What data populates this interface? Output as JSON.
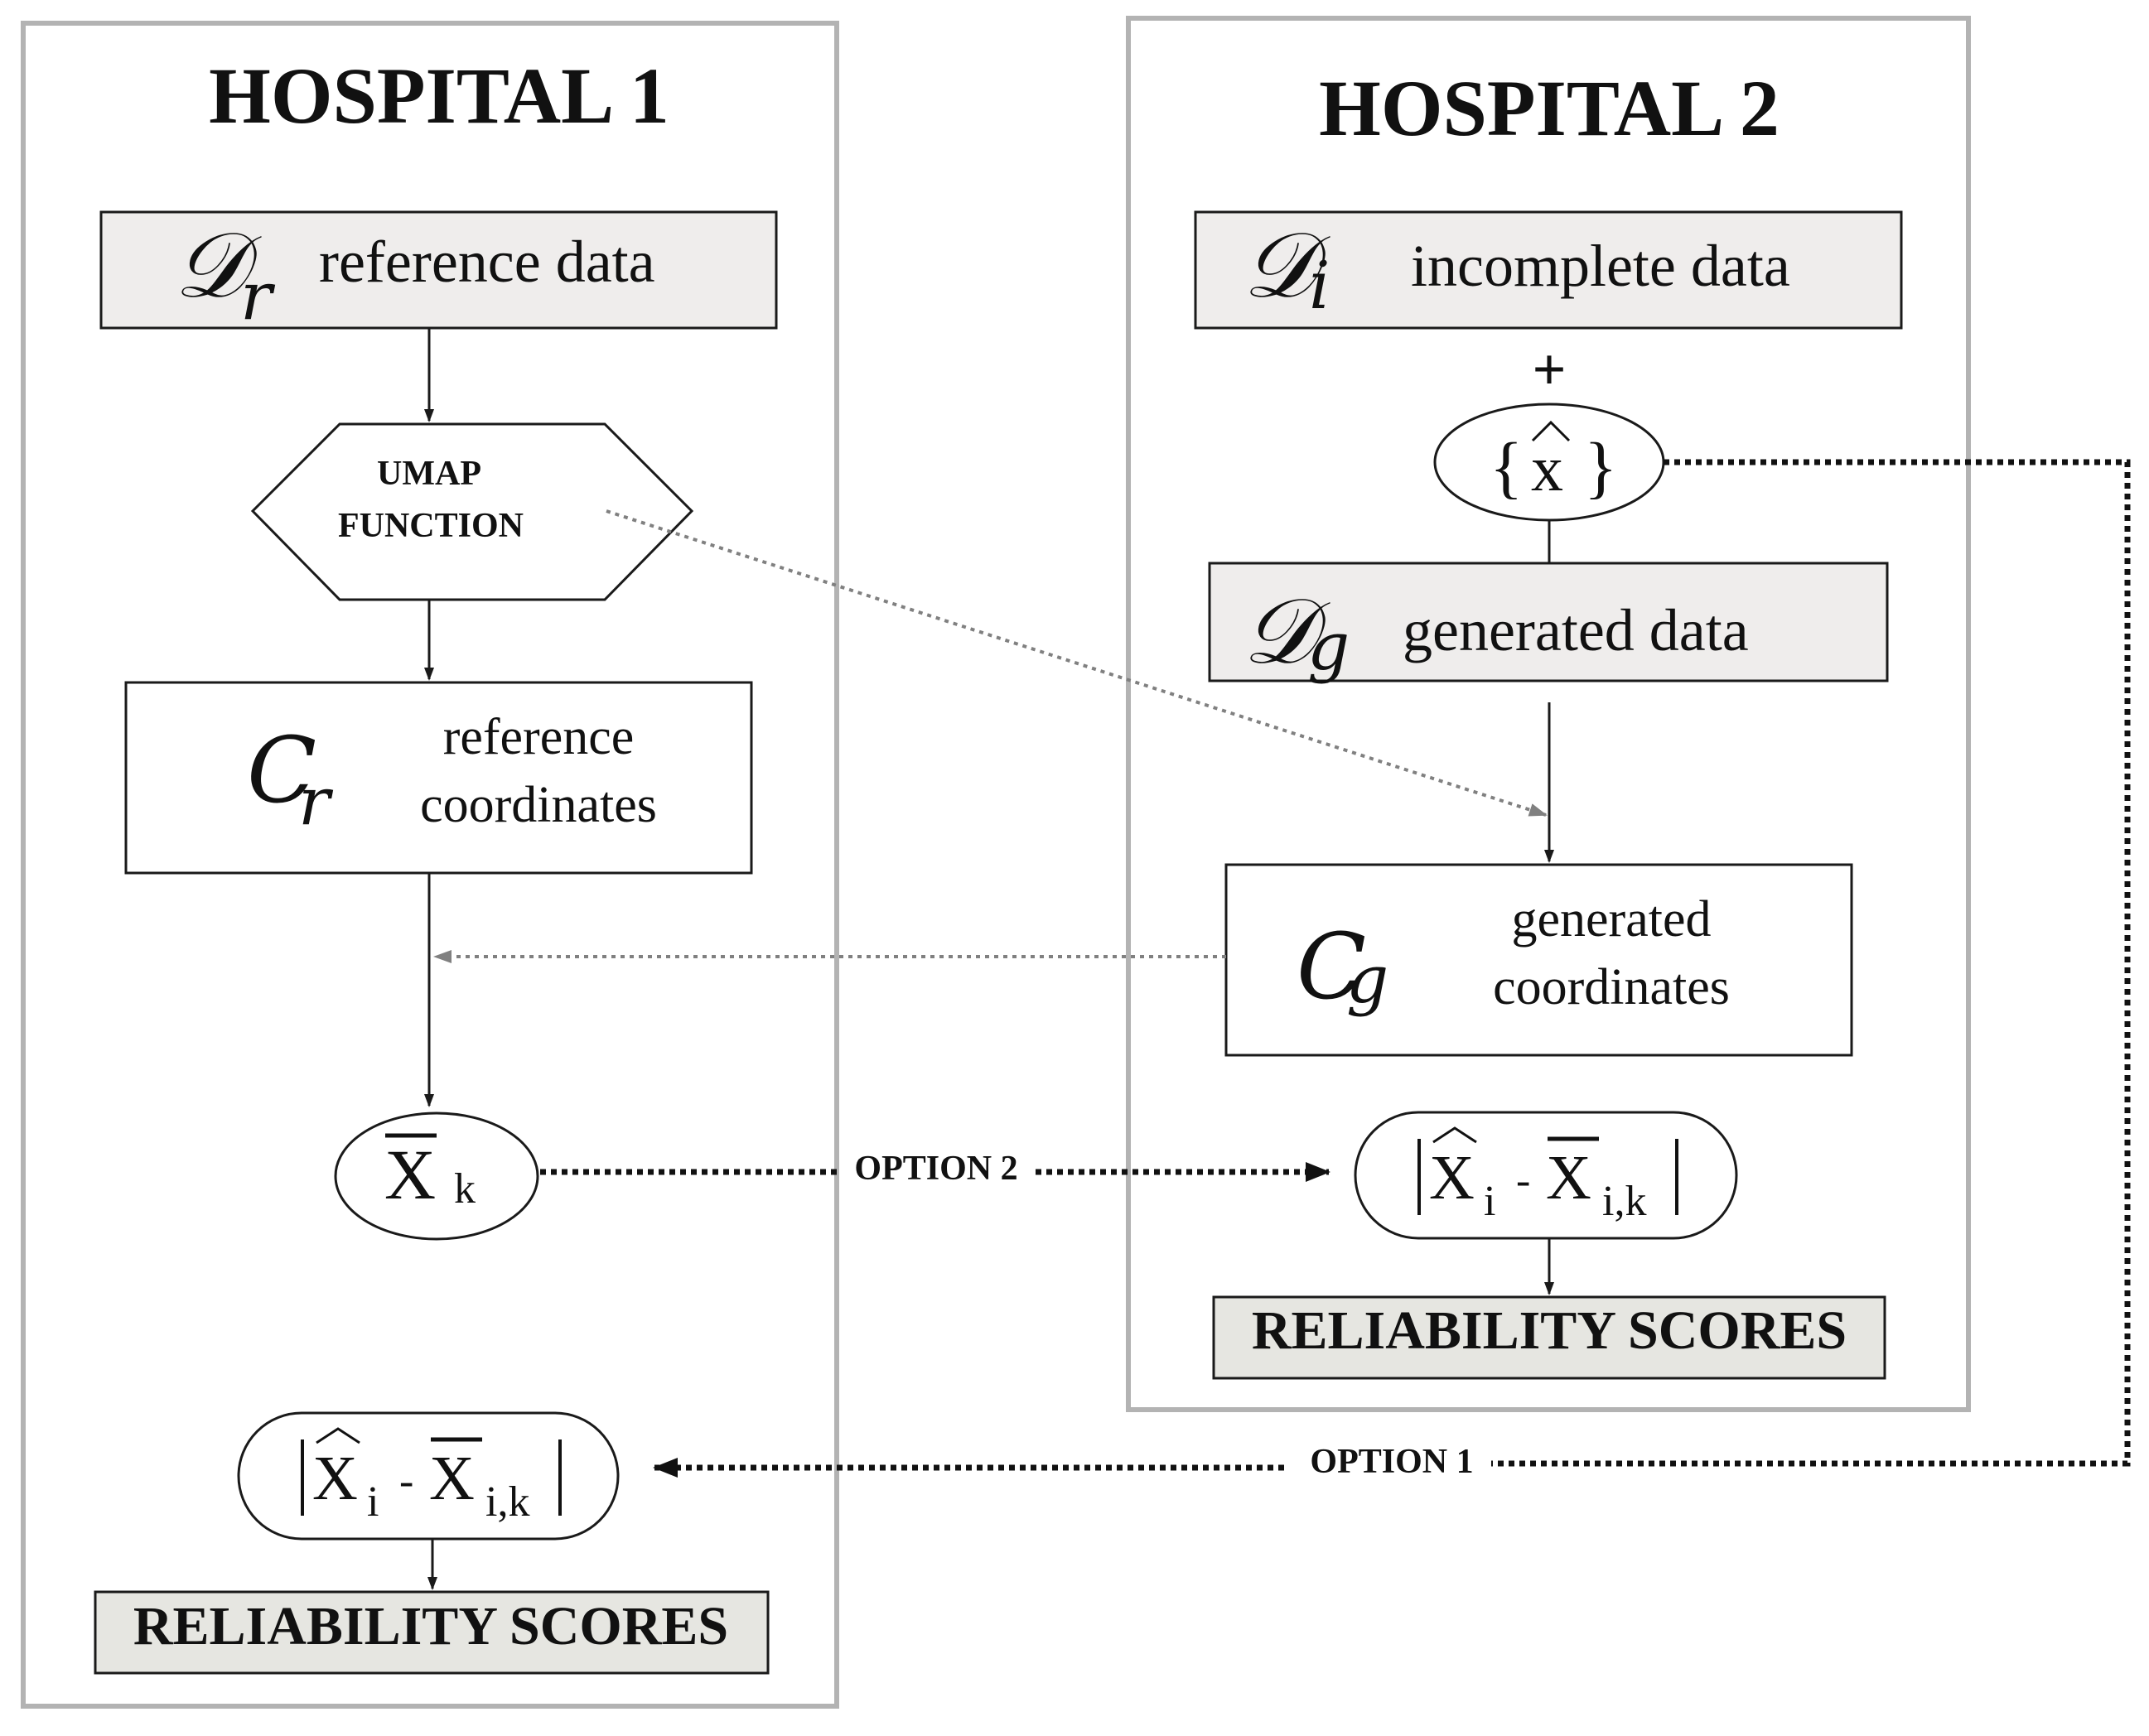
{
  "hospital1": {
    "title": "HOSPITAL 1",
    "reference_data": {
      "symbol": "𝒟",
      "sub": "r",
      "label": "reference data"
    },
    "umap": {
      "line1": "UMAP",
      "line2": "FUNCTION"
    },
    "reference_coords": {
      "symbol": "C",
      "sub": "r",
      "line1": "reference",
      "line2": "coordinates"
    },
    "xbar_k": {
      "main": "X",
      "sub": "k"
    },
    "abs_expr": {
      "xhat": "X",
      "xhat_sub": "i",
      "minus": "-",
      "xbar": "X",
      "xbar_sub": "i,k"
    },
    "scores": "RELIABILITY SCORES"
  },
  "hospital2": {
    "title": "HOSPITAL 2",
    "incomplete_data": {
      "symbol": "𝒟",
      "sub": "i",
      "label": "incomplete data"
    },
    "plus": "+",
    "xhat_set": {
      "open": "{",
      "x": "x",
      "close": "}"
    },
    "generated_data": {
      "symbol": "𝒟",
      "sub": "g",
      "label": "generated data"
    },
    "generated_coords": {
      "symbol": "C",
      "sub": "g",
      "line1": "generated",
      "line2": "coordinates"
    },
    "abs_expr": {
      "xhat": "X",
      "xhat_sub": "i",
      "minus": "-",
      "xbar": "X",
      "xbar_sub": "i,k"
    },
    "scores": "RELIABILITY SCORES"
  },
  "options": {
    "option1": "OPTION 1",
    "option2": "OPTION 2"
  }
}
